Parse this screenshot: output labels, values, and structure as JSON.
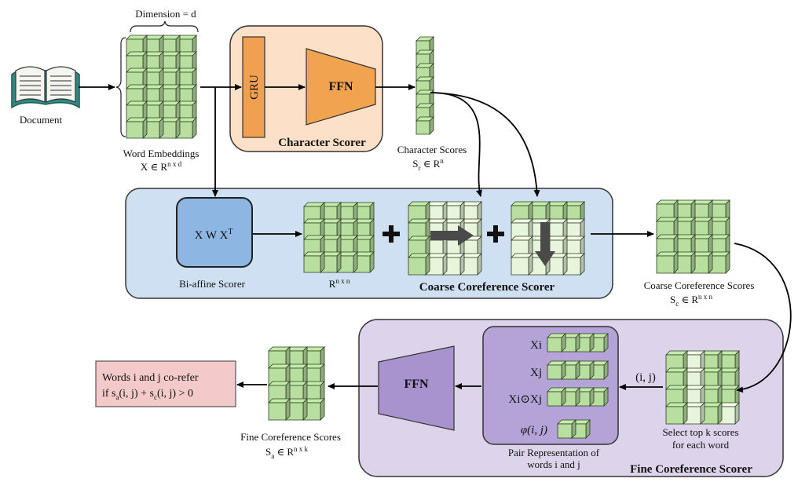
{
  "document": {
    "label": "Document"
  },
  "embeddings": {
    "dimension_label": "Dimension = d",
    "name": "Word Embeddings",
    "formula_base": "X ∈ R",
    "formula_sup": "n x d"
  },
  "character_scorer": {
    "title": "Character Scorer",
    "gru_label": "GRU",
    "ffn_label": "FFN",
    "scores_name": "Character Scores",
    "scores_S": "S",
    "scores_sub": "r",
    "scores_rest": " ∈ R",
    "scores_sup": "n"
  },
  "coarse_scorer": {
    "title": "Coarse Coreference Scorer",
    "biaffine_formula": "X W X",
    "biaffine_sup": "T",
    "biaffine_label": "Bi-affine Scorer",
    "matrix_base": "R",
    "matrix_sup": "n x n",
    "scores_name": "Coarse Coreference Scores",
    "scores_S": "S",
    "scores_sub": "c",
    "scores_rest": " ∈ R",
    "scores_sup": "n x n"
  },
  "fine_scorer": {
    "title": "Fine Coreference Scorer",
    "ffn_label": "FFN",
    "pair_label": "(i, j)",
    "topk_line1": "Select top k scores",
    "topk_line2": "for each word",
    "pair_rep_line1": "Pair Representation of",
    "pair_rep_line2": "words i and j",
    "rows": [
      {
        "label": "Xi"
      },
      {
        "label": "Xj"
      },
      {
        "label": "Xi⊙Xj"
      },
      {
        "label": "φ(i, j)"
      }
    ],
    "scores_name": "Fine Coreference Scores",
    "scores_S": "S",
    "scores_sub": "a",
    "scores_rest": " ∈ R",
    "scores_sup": "n x k"
  },
  "result": {
    "line1": "Words i and j co-refer",
    "line2": "if s",
    "line2_sub1": "a",
    "line2_mid": "(i, j) + s",
    "line2_sub2": "c",
    "line2_end": "(i, j) > 0"
  },
  "colors": {
    "cube_green": "#b8dfa0",
    "cube_light": "#e7f5dc",
    "char_box": "#fce1c8",
    "gru_orange": "#f0a050",
    "ffn_orange": "#f2a350",
    "coarse_box": "#cfe0f2",
    "biaffine_blue": "#8db7e2",
    "fine_box": "#ddd3ea",
    "pair_box": "#b3a3d6",
    "ffn_purple": "#a893cf",
    "result_pink": "#f3c9c9",
    "arrow_gray": "#4a4a4a"
  }
}
